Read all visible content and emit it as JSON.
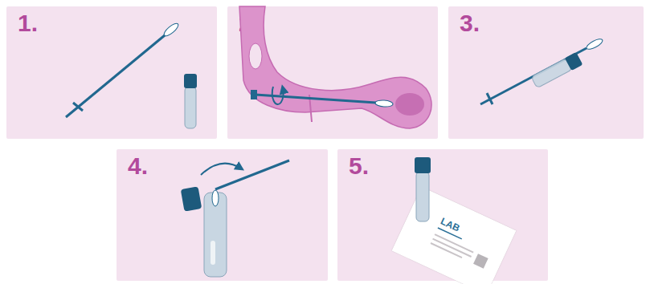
{
  "diagram": {
    "nodes": [
      {
        "text": [
          "1."
        ]
      },
      {
        "text": [
          "2."
        ]
      },
      {
        "text": [
          "3."
        ]
      },
      {
        "text": [
          "4."
        ]
      },
      {
        "text": [
          "5."
        ]
      },
      {
        "text": [
          "LAB"
        ],
        "in": 4
      }
    ]
  }
}
